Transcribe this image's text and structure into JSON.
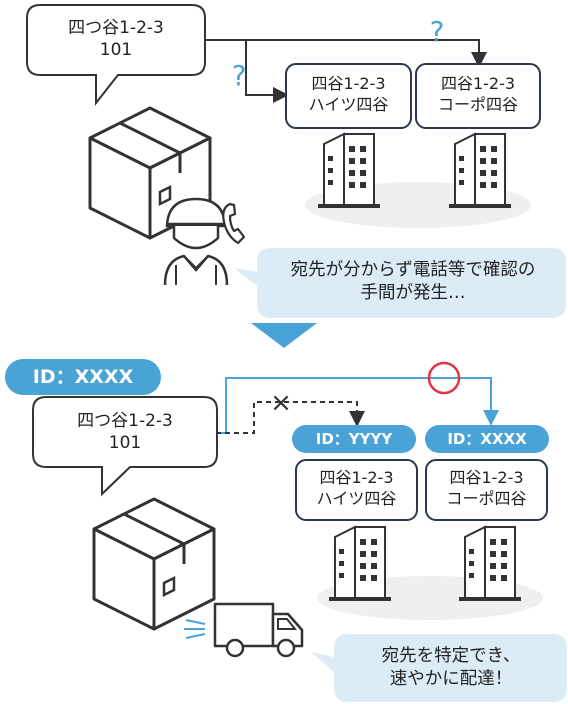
{
  "top": {
    "bubble": {
      "line1": "四つ谷1-2-3",
      "line2": "101"
    },
    "buildings": [
      {
        "line1": "四谷1-2-3",
        "line2": "ハイツ四谷"
      },
      {
        "line1": "四谷1-2-3",
        "line2": "コーポ四谷"
      }
    ],
    "question_marks": [
      "?",
      "?"
    ],
    "message": {
      "line1": "宛先が分からず電話等で確認の",
      "line2": "手間が発生…"
    }
  },
  "bottom": {
    "id_badge": "ID：XXXX",
    "bubble": {
      "line1": "四つ谷1-2-3",
      "line2": "101"
    },
    "buildings": [
      {
        "id": "ID：YYYY",
        "line1": "四谷1-2-3",
        "line2": "ハイツ四谷"
      },
      {
        "id": "ID：XXXX",
        "line1": "四谷1-2-3",
        "line2": "コーポ四谷"
      }
    ],
    "wrong_mark": "×",
    "message": {
      "line1": "宛先を特定でき、",
      "line2": "速やかに配達！"
    }
  },
  "colors": {
    "accent_blue": "#4aa3d6",
    "message_bg": "#dcecf6",
    "ground": "#efefef",
    "ok_circle": "#e53242",
    "line_dark": "#333333"
  },
  "icons": [
    "box-icon",
    "building-icon",
    "delivery-person-icon",
    "phone-icon",
    "truck-icon",
    "down-arrow-icon"
  ]
}
